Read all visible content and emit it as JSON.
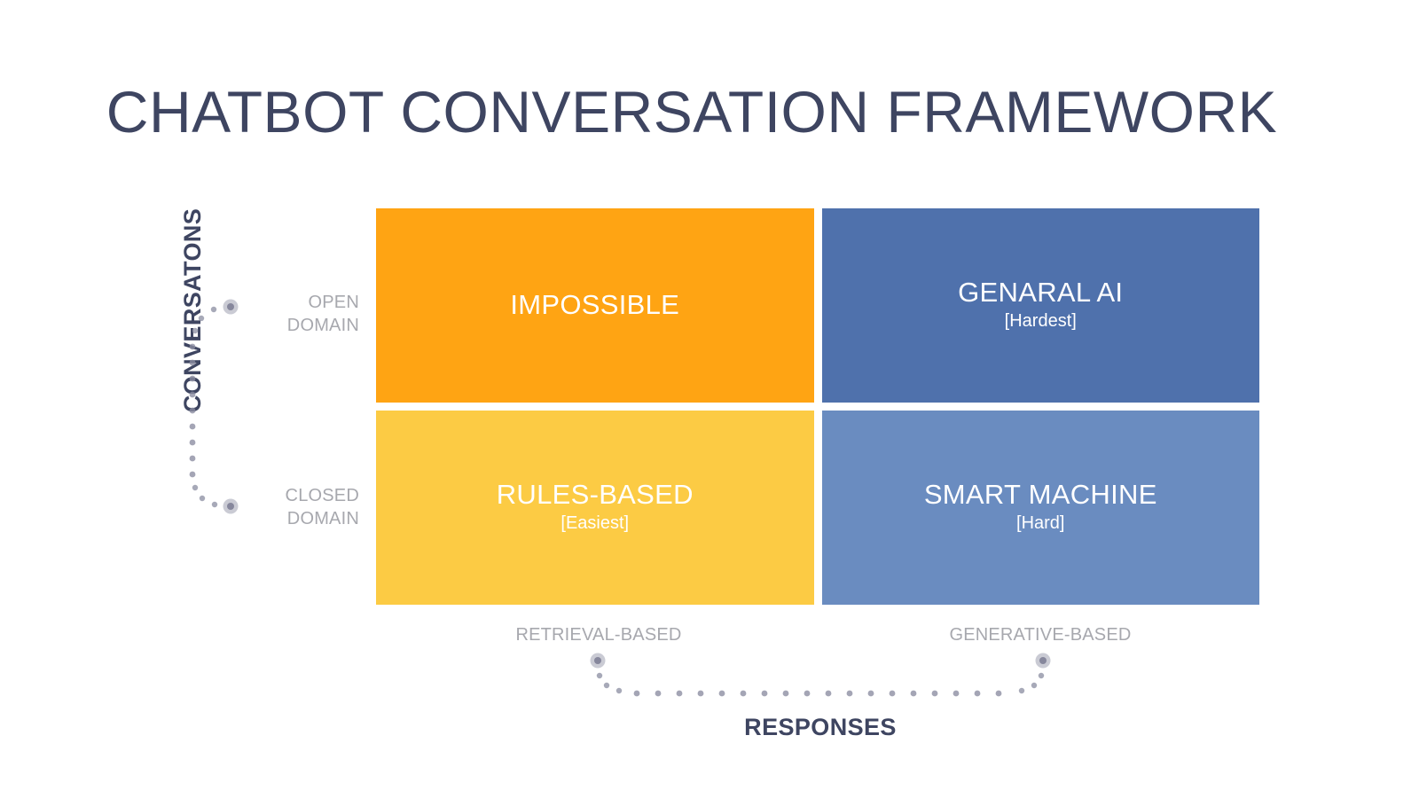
{
  "slide": {
    "title": "CHATBOT CONVERSATION FRAMEWORK",
    "title_color": "#3E4561",
    "background": "#FFFFFF"
  },
  "y_axis": {
    "title": "CONVERSATONS",
    "tick_labels": [
      {
        "line1": "OPEN",
        "line2": "DOMAIN"
      },
      {
        "line1": "CLOSED",
        "line2": "DOMAIN"
      }
    ],
    "label_color": "#A7A8AE",
    "brace_dot_color": "#8A8CA0"
  },
  "x_axis": {
    "title": "RESPONSES",
    "tick_labels": [
      "RETRIEVAL-BASED",
      "GENERATIVE-BASED"
    ],
    "label_color": "#A7A8AE",
    "brace_dot_color": "#8A8CA0"
  },
  "matrix": {
    "cells": [
      {
        "id": "open-retrieval",
        "title": "IMPOSSIBLE",
        "subtitle": "",
        "color": "#FFA413",
        "row": "OPEN DOMAIN",
        "column": "RETRIEVAL-BASED"
      },
      {
        "id": "open-generative",
        "title": "GENARAL AI",
        "subtitle": "[Hardest]",
        "color": "#4F71AC",
        "row": "OPEN DOMAIN",
        "column": "GENERATIVE-BASED"
      },
      {
        "id": "closed-retrieval",
        "title": "RULES-BASED",
        "subtitle": "[Easiest]",
        "color": "#FCCB44",
        "row": "CLOSED DOMAIN",
        "column": "RETRIEVAL-BASED"
      },
      {
        "id": "closed-generative",
        "title": "SMART MACHINE",
        "subtitle": "[Hard]",
        "color": "#6A8CC0",
        "row": "CLOSED DOMAIN",
        "column": "GENERATIVE-BASED"
      }
    ]
  }
}
